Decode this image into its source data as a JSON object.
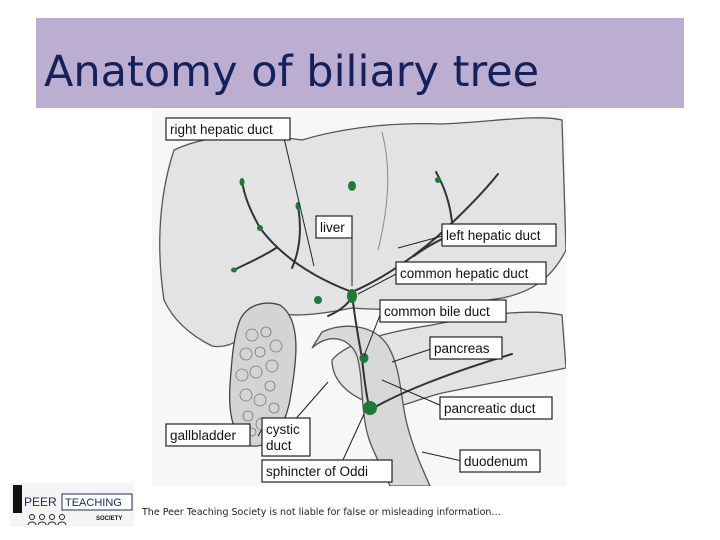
{
  "slide": {
    "title": "Anatomy of biliary tree",
    "footer": "The Peer Teaching Society is not liable for false or misleading information…"
  },
  "logo": {
    "text_peer": "PEER",
    "text_teaching": "TEACHING",
    "text_society": "SOCIETY"
  },
  "diagram": {
    "labels": {
      "right_hepatic_duct": "right hepatic duct",
      "liver": "liver",
      "left_hepatic_duct": "left hepatic duct",
      "common_hepatic_duct": "common hepatic duct",
      "common_bile_duct": "common bile duct",
      "pancreas": "pancreas",
      "pancreatic_duct": "pancreatic duct",
      "gallbladder": "gallbladder",
      "cystic_duct_line1": "cystic",
      "cystic_duct_line2": "duct",
      "sphincter_of_oddi": "sphincter of Oddi",
      "duodenum": "duodenum"
    }
  },
  "colors": {
    "title_bar": "#bcaed0",
    "title_text": "#14215a",
    "organ_fill": "#e4e4e4",
    "duct_green": "#1f7a3a"
  }
}
